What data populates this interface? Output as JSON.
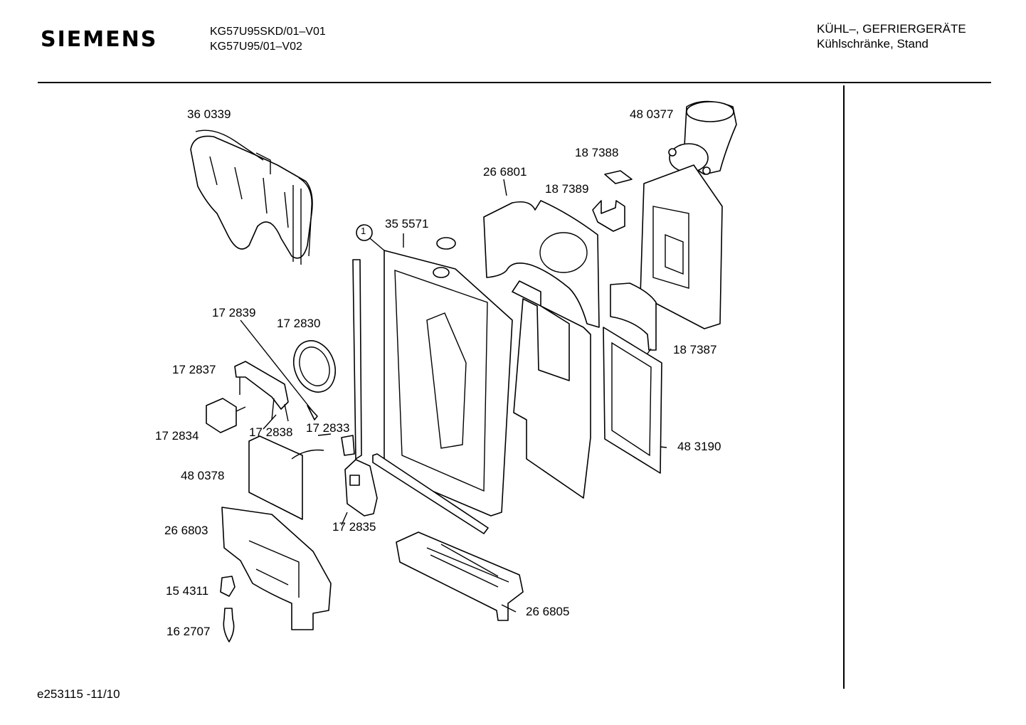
{
  "header": {
    "brand": "SIEMENS",
    "model_lines": [
      "KG57U95SKD/01–V01",
      "KG57U95/01–V02"
    ],
    "category_lines": [
      "KÜHL–, GEFRIERGERÄTE",
      "Kühlschränke, Stand"
    ]
  },
  "callout_circle": "1",
  "parts": [
    "36 0339",
    "48 0377",
    "18 7388",
    "26 6801",
    "18 7389",
    "35 5571",
    "17 2839",
    "17 2830",
    "18 7387",
    "17 2837",
    "17 2834",
    "17 2838",
    "17 2833",
    "48 3190",
    "48 0378",
    "17 2835",
    "26 6803",
    "15 4311",
    "26 6805",
    "16 2707"
  ],
  "footer": {
    "drawing_id": "e253115 -11/10"
  }
}
